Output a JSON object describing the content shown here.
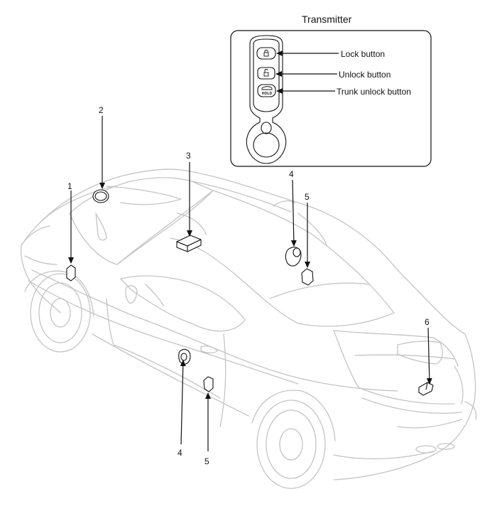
{
  "transmitter": {
    "title": "Transmitter",
    "lock_label": "Lock button",
    "unlock_label": "Unlock button",
    "trunk_label": "Trunk unlock button",
    "hold_text": "HOLD"
  },
  "callouts": [
    "1",
    "2",
    "3",
    "4",
    "5",
    "4",
    "5",
    "6"
  ],
  "colors": {
    "line": "#111111",
    "car_outline": "#c4c4c4",
    "part_fill": "#ffffff"
  }
}
